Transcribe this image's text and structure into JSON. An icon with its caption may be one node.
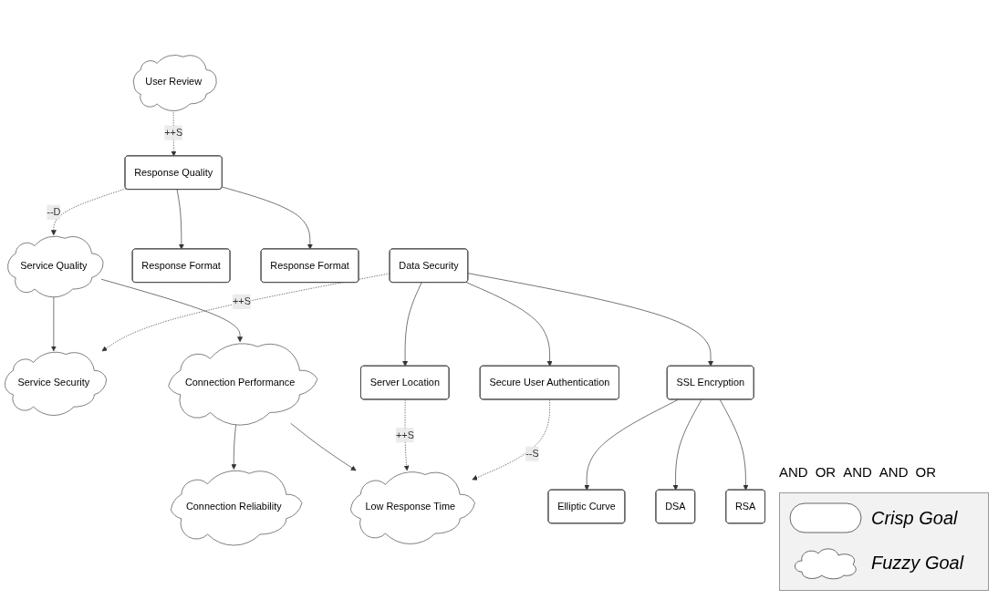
{
  "diagram": {
    "nodes": [
      {
        "text": [
          "User Review"
        ]
      },
      {
        "text": [
          "Service Quality"
        ]
      },
      {
        "text": [
          "Response Quality"
        ]
      },
      {
        "text": [
          "Service Security"
        ]
      },
      {
        "text": [
          "Connection Performance"
        ]
      },
      {
        "text": [
          "Response Format"
        ]
      },
      {
        "text": [
          "Response Format"
        ]
      },
      {
        "text": [
          "Data Security"
        ]
      },
      {
        "text": [
          "Low Response Time"
        ]
      },
      {
        "text": [
          "Connection Reliability"
        ]
      },
      {
        "text": [
          "SSL Encryption"
        ]
      },
      {
        "text": [
          "Server Location"
        ]
      },
      {
        "text": [
          "Secure User Authentication"
        ]
      },
      {
        "text": [
          "RSA"
        ]
      },
      {
        "text": [
          "DSA"
        ]
      },
      {
        "text": [
          "Elliptic Curve"
        ]
      }
    ],
    "edges": [
      {
        "from": 0,
        "to": 2,
        "arrow": "to",
        "label": "++S",
        "style": "dashed"
      },
      {
        "from": 2,
        "to": 1,
        "arrow": "to",
        "label": "--D",
        "style": "dashed"
      },
      {
        "from": 1,
        "to": 3,
        "arrow": "to"
      },
      {
        "from": 1,
        "to": 4,
        "arrow": "to"
      },
      {
        "from": 2,
        "to": 5,
        "arrow": "to"
      },
      {
        "from": 2,
        "to": 6,
        "arrow": "to"
      },
      {
        "from": 7,
        "to": 3,
        "arrow": "to",
        "label": "++S",
        "style": "dashed"
      },
      {
        "from": 4,
        "to": 8,
        "arrow": "to"
      },
      {
        "from": 4,
        "to": 9,
        "arrow": "to"
      },
      {
        "from": 7,
        "to": 10,
        "arrow": "to"
      },
      {
        "from": 7,
        "to": 12,
        "arrow": "to"
      },
      {
        "from": 7,
        "to": 11,
        "arrow": "to"
      },
      {
        "from": 11,
        "to": 8,
        "arrow": "to",
        "label": "++S",
        "style": "dashed"
      },
      {
        "from": 12,
        "to": 8,
        "arrow": "to",
        "label": "--S",
        "style": "dashed"
      },
      {
        "from": 10,
        "to": 13,
        "arrow": "to"
      },
      {
        "from": 10,
        "to": 14,
        "arrow": "to"
      },
      {
        "from": 10,
        "to": 15,
        "arrow": "to"
      }
    ],
    "labels": [
      "AND",
      "OR",
      "AND",
      "AND",
      "OR"
    ],
    "legend": [
      {
        "text": "Crisp Goal"
      },
      {
        "text": "Fuzzy Goal"
      }
    ]
  }
}
